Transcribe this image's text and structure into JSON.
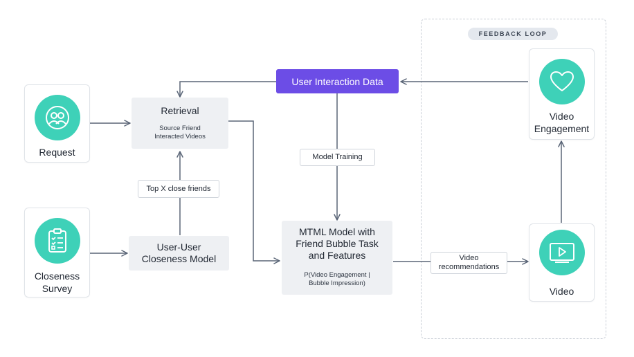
{
  "feedback_loop": {
    "label": "FEEDBACK LOOP"
  },
  "nodes": {
    "request": {
      "label": "Request",
      "icon": "users-icon"
    },
    "closeness_survey": {
      "label": "Closeness Survey",
      "icon": "clipboard-checklist-icon"
    },
    "retrieval": {
      "title": "Retrieval",
      "subtitle": "Source Friend Interacted Videos"
    },
    "closeness_model": {
      "title": "User-User Closeness Model"
    },
    "user_interaction_data": {
      "label": "User Interaction Data"
    },
    "mtml_model": {
      "title": "MTML Model with Friend Bubble Task and Features",
      "subtitle": "P(Video Engagement | Bubble Impression)"
    },
    "video_engagement": {
      "label": "Video Engagement",
      "icon": "heart-icon"
    },
    "video": {
      "label": "Video",
      "icon": "video-play-icon"
    }
  },
  "edge_labels": {
    "top_close_friends": "Top X close friends",
    "model_training": "Model Training",
    "video_recommendations": "Video recommendations"
  },
  "colors": {
    "accent_teal": "#3ed1b8",
    "accent_purple": "#6c4de6",
    "arrow": "#5a6577",
    "box_fill": "#eef0f3"
  }
}
